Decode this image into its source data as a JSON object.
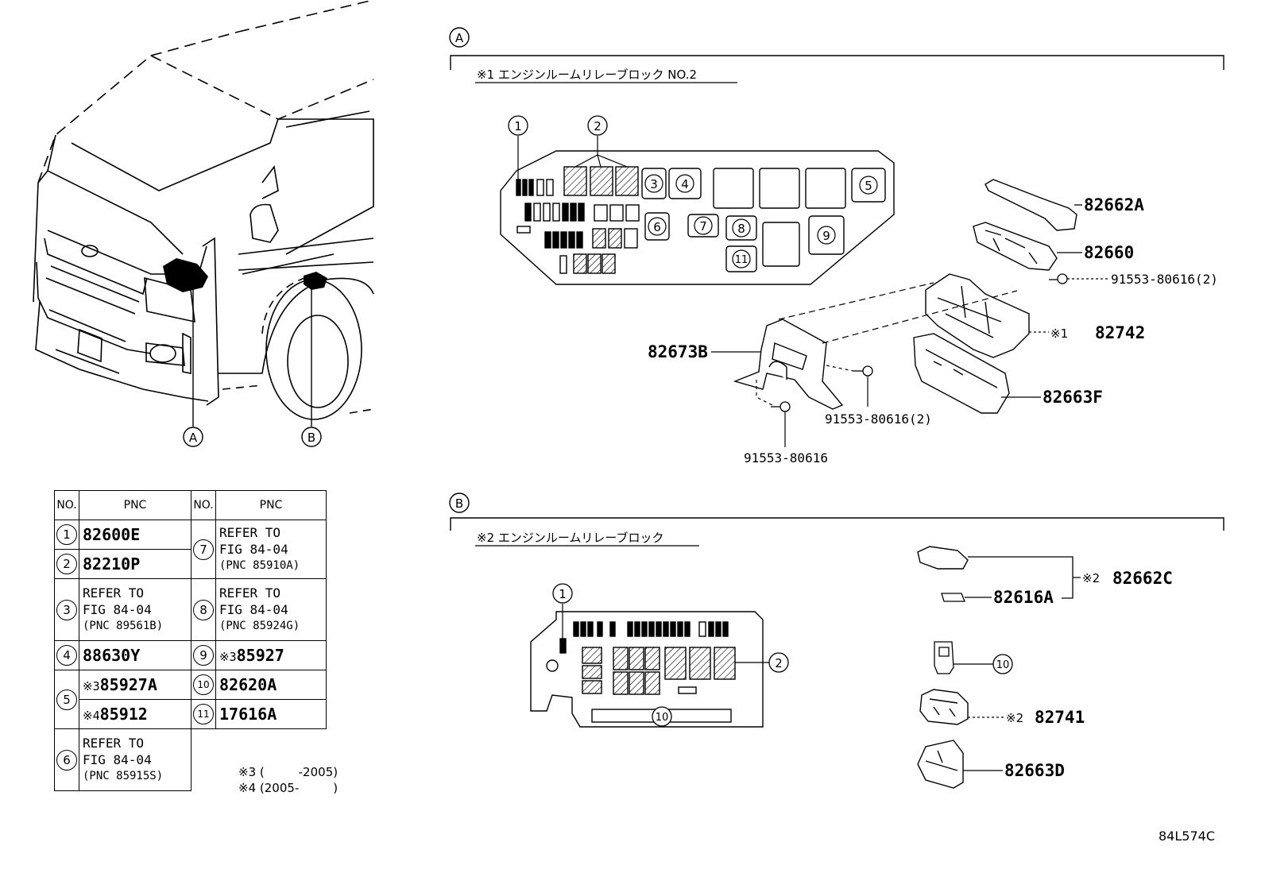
{
  "callouts": {
    "A": "A",
    "B": "B",
    "n1": "1",
    "n2": "2",
    "n3": "3",
    "n4": "4",
    "n5": "5",
    "n6": "6",
    "n7": "7",
    "n8": "8",
    "n9": "9",
    "n10": "10",
    "n11": "11"
  },
  "section_a": {
    "title": "※1 エンジンルームリレーブロック NO.2",
    "parts": {
      "p82662A": "82662A",
      "p82660": "82660",
      "p91553_a": "91553-80616(2)",
      "p82742_mark": "※1",
      "p82742": "82742",
      "p82673B": "82673B",
      "p82663F": "82663F",
      "p91553_b": "91553-80616(2)",
      "p91553_c": "91553-80616"
    }
  },
  "section_b": {
    "title": "※2 エンジンルームリレーブロック",
    "parts": {
      "p82662C_mark": "※2",
      "p82662C": "82662C",
      "p82616A": "82616A",
      "p82741_mark": "※2",
      "p82741": "82741",
      "p82663D": "82663D"
    }
  },
  "table": {
    "header_no": "NO.",
    "header_pnc": "PNC",
    "rows": {
      "r1": {
        "no": "1",
        "pnc": "82600E"
      },
      "r2": {
        "no": "2",
        "pnc": "82210P"
      },
      "r3": {
        "no": "3",
        "l1": "REFER TO",
        "l2": "FIG 84-04",
        "l3": "(PNC 89561B)"
      },
      "r4": {
        "no": "4",
        "pnc": "88630Y"
      },
      "r5": {
        "no": "5",
        "a_mark": "※3",
        "a_pnc": "85927A",
        "b_mark": "※4",
        "b_pnc": "85912"
      },
      "r6": {
        "no": "6",
        "l1": "REFER TO",
        "l2": "FIG 84-04",
        "l3": "(PNC 85915S)"
      },
      "r7": {
        "no": "7",
        "l1": "REFER TO",
        "l2": "FIG 84-04",
        "l3": "(PNC 85910A)"
      },
      "r8": {
        "no": "8",
        "l1": "REFER TO",
        "l2": "FIG 84-04",
        "l3": "(PNC 85924G)"
      },
      "r9": {
        "no": "9",
        "mark": "※3",
        "pnc": "85927"
      },
      "r10": {
        "no": "10",
        "pnc": "82620A"
      },
      "r11": {
        "no": "11",
        "pnc": "17616A"
      }
    }
  },
  "notes": {
    "n3": "※3 (         -2005)",
    "n4": "※4 (2005-         )"
  },
  "figure_code": "84L574C"
}
